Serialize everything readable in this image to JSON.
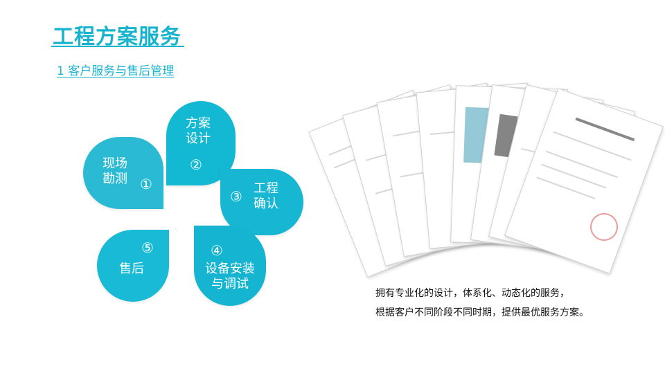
{
  "header": {
    "title": "工程方案服务",
    "subtitle": "1 客户服务与售后管理"
  },
  "petals": [
    {
      "label_line1": "现场",
      "label_line2": "勘测",
      "number": "①"
    },
    {
      "label_line1": "方案",
      "label_line2": "设计",
      "number": "②"
    },
    {
      "label_line1": "工程",
      "label_line2": "确认",
      "number": "③"
    },
    {
      "label_line1": "设备安装",
      "label_line2": "与调试",
      "number": "④"
    },
    {
      "label_line1": "售后",
      "number": "⑤"
    }
  ],
  "description": {
    "line1": "拥有专业化的设计，体系化、动态化的服务，",
    "line2": "根据客户不同阶段不同时期，提供最优服务方案。"
  },
  "colors": {
    "accent": "#17b3cf",
    "petal": "#17b9d4"
  }
}
